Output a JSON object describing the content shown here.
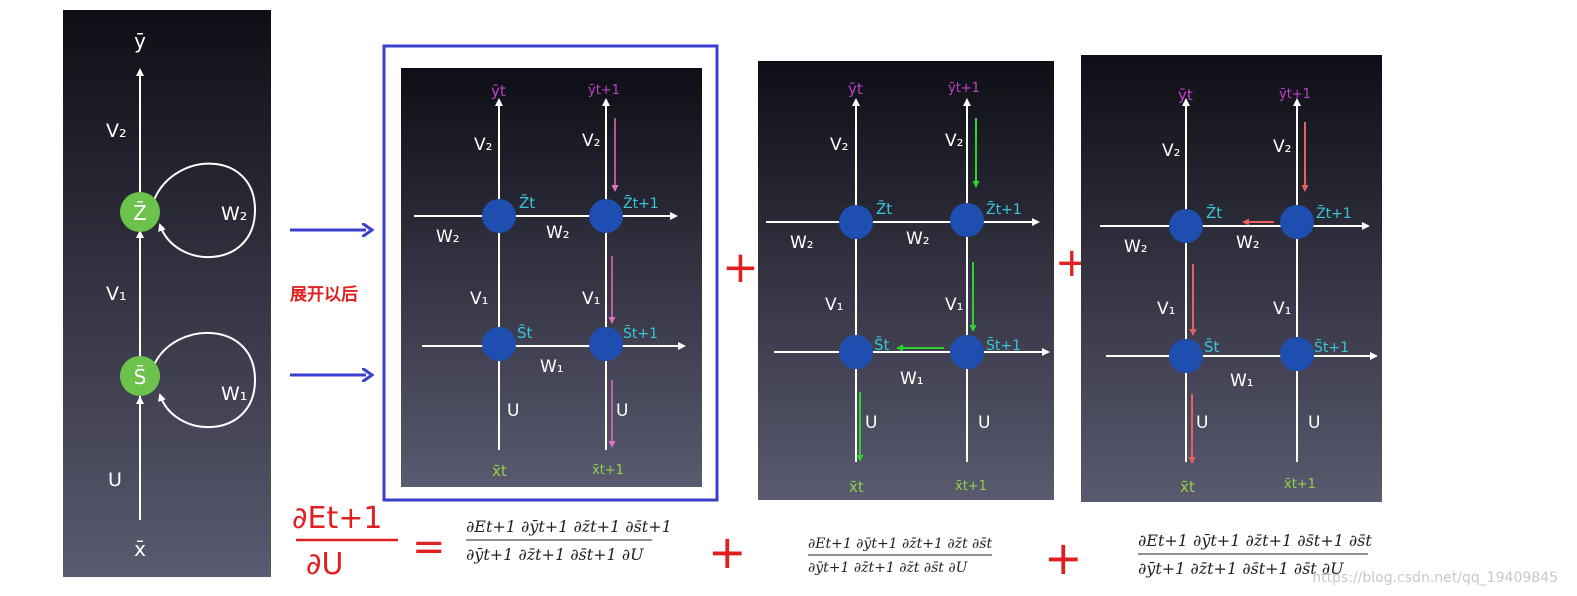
{
  "folded": {
    "output_label": "ȳ",
    "input_label": "x̄",
    "node_z_label": "Z̄",
    "node_s_label": "S̄",
    "v2_label": "V₂",
    "v1_label": "V₁",
    "w2_label": "W₂",
    "w1_label": "W₁",
    "u_label": "U"
  },
  "unfold_caption": "展开以后",
  "labels": {
    "y_t": "ȳt",
    "y_t1": "ȳt+1",
    "x_t": "x̄t",
    "x_t1": "x̄t+1",
    "z_t": "Z̄t",
    "z_t1": "Z̄t+1",
    "s_t": "S̄t",
    "s_t1": "S̄t+1",
    "v2": "V₂",
    "v1": "V₁",
    "w2": "W₂",
    "w1": "W₁",
    "u": "U"
  },
  "formula": {
    "lhs_num": "∂Et+1",
    "lhs_den": "∂U",
    "equals": "=",
    "plus": "+",
    "term1_num": "∂Et+1 ∂ȳt+1 ∂z̄t+1 ∂s̄t+1",
    "term1_den": "∂ȳt+1 ∂z̄t+1 ∂s̄t+1 ∂U",
    "term2_num": "∂Et+1 ∂ȳt+1 ∂z̄t+1 ∂z̄t ∂s̄t",
    "term2_den": "∂ȳt+1 ∂z̄t+1 ∂z̄t ∂s̄t ∂U",
    "term3_num": "∂Et+1 ∂ȳt+1 ∂z̄t+1 ∂s̄t+1 ∂s̄t",
    "term3_den": "∂ȳt+1 ∂z̄t+1 ∂s̄t+1 ∂s̄t ∂U"
  },
  "watermark": "https://blog.csdn.net/qq_19409845",
  "colors": {
    "panel_top": "#0e0e16",
    "panel_bottom": "#5a5a70",
    "node_blue": "#1e4fb0",
    "node_green": "#6cc24a",
    "cyan_label": "#37c6d8",
    "magenta_label": "#c040c8",
    "green_label": "#8fd24a",
    "frame_blue": "#3a3fd0",
    "arrow_blue": "#3a3fd0",
    "red": "#e02020",
    "pink_arrow": "#e070c0",
    "green_arrow": "#30d030",
    "salmon_arrow": "#e86060"
  }
}
